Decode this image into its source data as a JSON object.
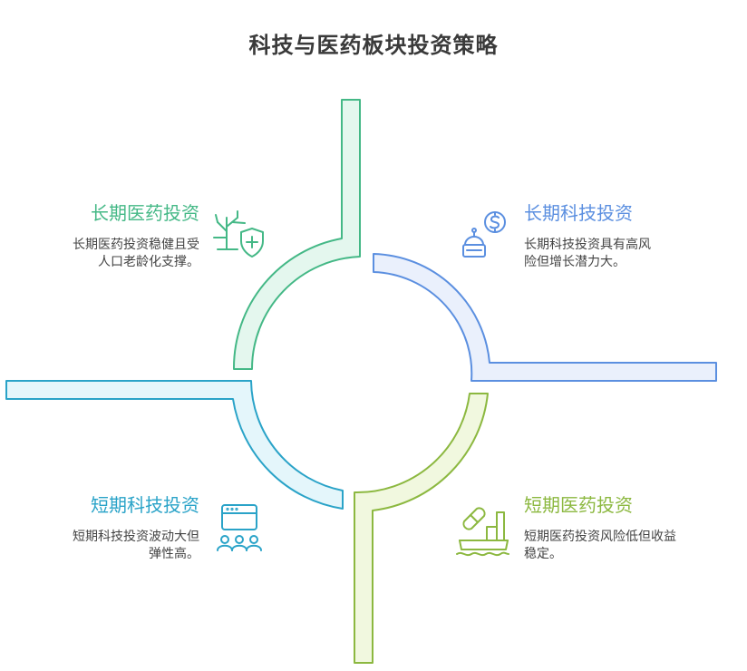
{
  "title": "科技与医药板块投资策略",
  "colors": {
    "green": "#44b886",
    "blue": "#5b8fe0",
    "cyan": "#2aa3c8",
    "lime": "#8cb840"
  },
  "quadrants": {
    "long_pharma": {
      "heading": "长期医药投资",
      "lines": [
        "长期医药投资稳健且受",
        "人口老龄化支撑。"
      ],
      "icon": "tree-shield-icon"
    },
    "long_tech": {
      "heading": "长期科技投资",
      "lines": [
        "长期科技投资具有高风",
        "险但增长潜力大。"
      ],
      "icon": "robot-coin-icon"
    },
    "short_tech": {
      "heading": "短期科技投资",
      "lines": [
        "短期科技投资波动大但",
        "弹性高。"
      ],
      "icon": "browser-people-icon"
    },
    "short_pharma": {
      "heading": "短期医药投资",
      "lines": [
        "短期医药投资风险低但收益",
        "稳定。"
      ],
      "icon": "pill-factory-icon"
    }
  }
}
